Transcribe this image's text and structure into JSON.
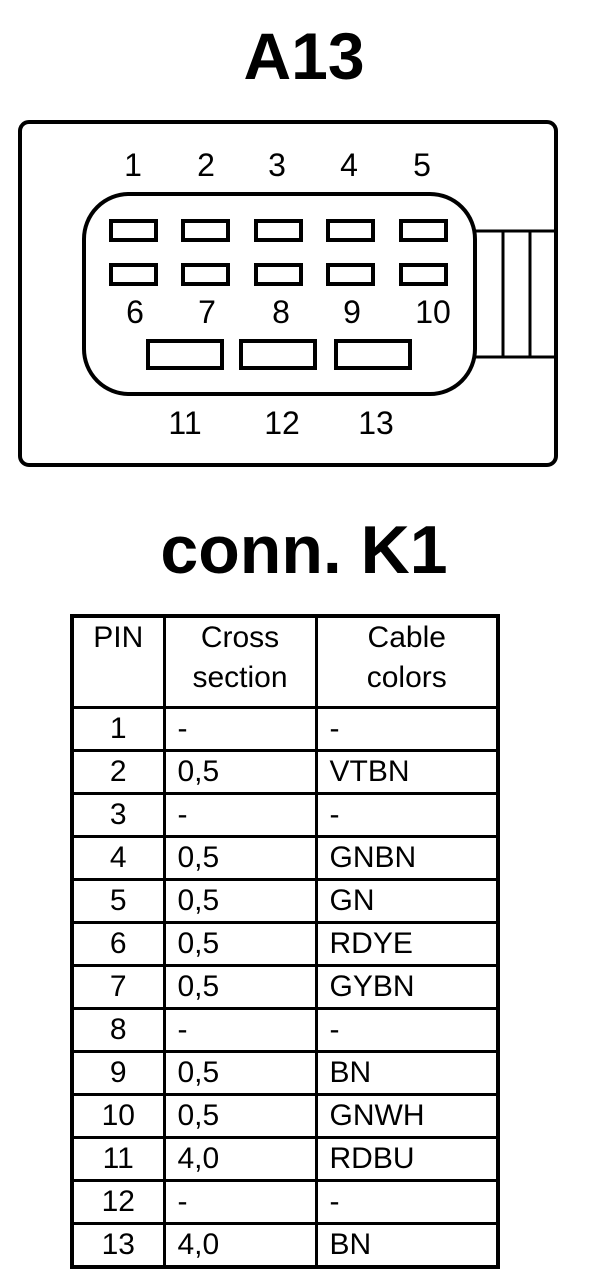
{
  "connector_title": "A13",
  "connector_name": "conn. K1",
  "pin_labels": {
    "row1": [
      "1",
      "2",
      "3",
      "4",
      "5"
    ],
    "row2": [
      "6",
      "7",
      "8",
      "9",
      "10"
    ],
    "row3": [
      "11",
      "12",
      "13"
    ]
  },
  "table": {
    "headers": [
      "PIN",
      "Cross section",
      "Cable colors"
    ],
    "rows": [
      {
        "pin": "1",
        "cross_section": "-",
        "color": "-"
      },
      {
        "pin": "2",
        "cross_section": "0,5",
        "color": "VTBN"
      },
      {
        "pin": "3",
        "cross_section": "-",
        "color": "-"
      },
      {
        "pin": "4",
        "cross_section": "0,5",
        "color": "GNBN"
      },
      {
        "pin": "5",
        "cross_section": "0,5",
        "color": "GN"
      },
      {
        "pin": "6",
        "cross_section": "0,5",
        "color": "RDYE"
      },
      {
        "pin": "7",
        "cross_section": "0,5",
        "color": "GYBN"
      },
      {
        "pin": "8",
        "cross_section": "-",
        "color": "-"
      },
      {
        "pin": "9",
        "cross_section": "0,5",
        "color": "BN"
      },
      {
        "pin": "10",
        "cross_section": "0,5",
        "color": "GNWH"
      },
      {
        "pin": "11",
        "cross_section": "4,0",
        "color": "RDBU"
      },
      {
        "pin": "12",
        "cross_section": "-",
        "color": "-"
      },
      {
        "pin": "13",
        "cross_section": "4,0",
        "color": "BN"
      }
    ]
  }
}
